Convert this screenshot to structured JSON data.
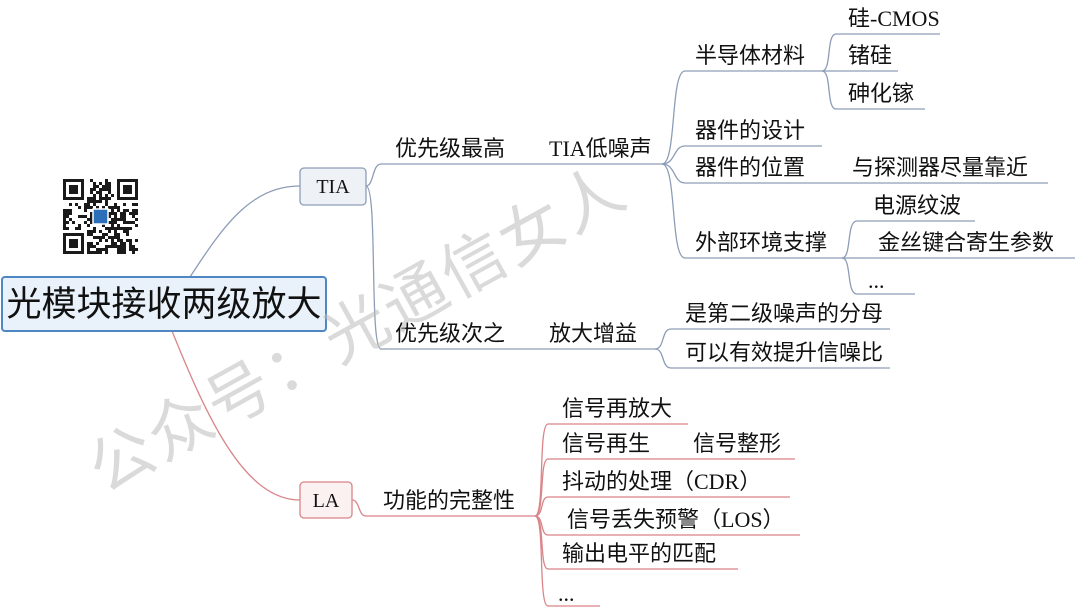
{
  "watermark": "公众号：光通信女人",
  "colors": {
    "root_border": "#4f87c2",
    "root_fill": "#e9f2fa",
    "tia_line": "#8d9db6",
    "tia_box_fill": "#eef1f6",
    "la_line": "#d98589",
    "la_box_fill": "#fbf1f1",
    "text": "#111111",
    "watermark": "#bdbdbd",
    "qr_logo": "#2a6fb8"
  },
  "root": {
    "label": "光模块接收两级放大",
    "branches": [
      {
        "label": "TIA",
        "children": [
          {
            "label": "优先级最高",
            "children": [
              {
                "label": "TIA低噪声",
                "children": [
                  {
                    "label": "半导体材料",
                    "children": [
                      {
                        "label": "硅-CMOS"
                      },
                      {
                        "label": "锗硅"
                      },
                      {
                        "label": "砷化镓"
                      }
                    ]
                  },
                  {
                    "label": "器件的设计"
                  },
                  {
                    "label": "器件的位置",
                    "children": [
                      {
                        "label": "与探测器尽量靠近"
                      }
                    ]
                  },
                  {
                    "label": "外部环境支撑",
                    "children": [
                      {
                        "label": "电源纹波"
                      },
                      {
                        "label": "金丝键合寄生参数"
                      },
                      {
                        "label": "..."
                      }
                    ]
                  }
                ]
              }
            ]
          },
          {
            "label": "优先级次之",
            "children": [
              {
                "label": "放大增益",
                "children": [
                  {
                    "label": "是第二级噪声的分母"
                  },
                  {
                    "label": "可以有效提升信噪比"
                  }
                ]
              }
            ]
          }
        ]
      },
      {
        "label": "LA",
        "children": [
          {
            "label": "功能的完整性",
            "children": [
              {
                "label": "信号再放大"
              },
              {
                "label": "信号再生",
                "children": [
                  {
                    "label": "信号整形"
                  }
                ]
              },
              {
                "label": "抖动的处理（CDR）"
              },
              {
                "label": "信号丢失预警（LOS）"
              },
              {
                "label": "输出电平的匹配"
              },
              {
                "label": "..."
              }
            ]
          }
        ]
      }
    ]
  }
}
